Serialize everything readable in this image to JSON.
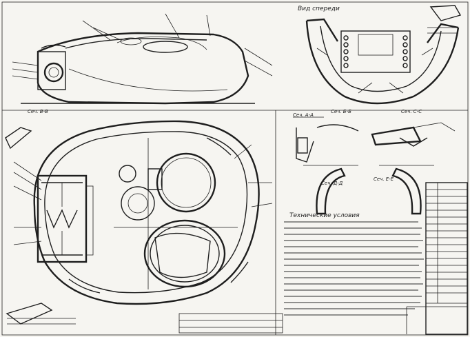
{
  "drawing": {
    "front_view_heading": "Вид спереди",
    "notes_heading": "Технические условия",
    "drawing_number": "",
    "sections": [
      "Сеч. А-А",
      "Сеч. Б-Б",
      "Сеч. С-С",
      "Сеч. Д-Д",
      "Сеч. Е-Е",
      "Сеч. В-В"
    ]
  }
}
